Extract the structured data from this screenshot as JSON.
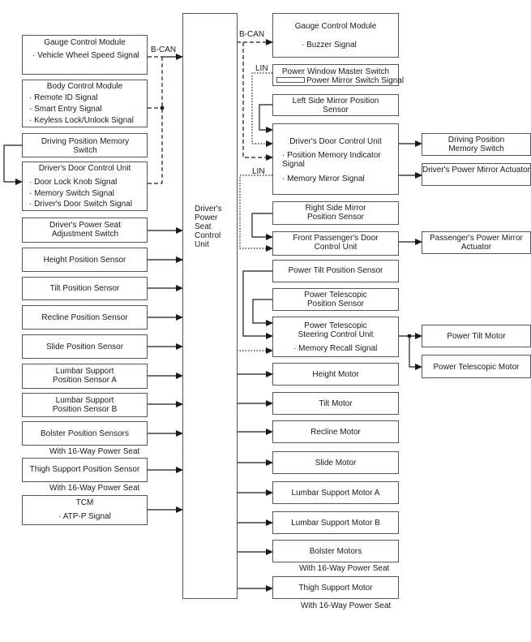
{
  "ecu": {
    "title": "Driver's Power Seat Control Unit"
  },
  "bus": {
    "bcan": "B-CAN",
    "lin": "LIN"
  },
  "inputs": {
    "gauge": {
      "title": "Gauge Control Module",
      "signal": "· Vehicle Wheel Speed Signal"
    },
    "bcm": {
      "title": "Body Control Module",
      "s1": "· Remote ID Signal",
      "s2": "· Smart Entry Signal",
      "s3": "· Keyless Lock/Unlock Signal"
    },
    "drive_switch": {
      "title": "Driving Position Memory Switch"
    },
    "dcu": {
      "title": "Driver's Door Control Unit",
      "s1": "· Door Lock Knob Signal",
      "s2": "· Memory Switch Signal",
      "s3": "· Driver's Door Switch Signal"
    },
    "seat_switch": {
      "title": "Driver's Power Seat Adjustment Switch"
    },
    "height": "Height Position Sensor",
    "tilt": "Tilt Position Sensor",
    "recline": "Recline Position Sensor",
    "slide": "Slide Position Sensor",
    "lumbar_a": "Lumbar Support Position Sensor A",
    "lumbar_b": "Lumbar Support Position Sensor B",
    "bolster": "Bolster Position Sensors",
    "thigh": "Thigh Support Position Sensor",
    "tcm": {
      "title": "TCM",
      "signal": "· ATP-P Signal"
    }
  },
  "outputs": {
    "gauge": {
      "title": "Gauge Control Module",
      "signal": "· Buzzer Signal"
    },
    "pwm": {
      "title": "Power Window Master Switch",
      "signal": "Power Mirror Switch Signal"
    },
    "left_mirror": "Left Side Mirror Position Sensor",
    "dcu": {
      "title": "Driver's Door Control Unit",
      "s1": "· Position Memory Indicator Signal",
      "s2": "· Memory Mirror Signal"
    },
    "dcu_switch": "Driving Position Memory Switch",
    "dcu_actuator": "Driver's Power Mirror Actuator",
    "right_mirror": "Right Side Mirror Position Sensor",
    "fpdcu": "Front Passenger's Door Control Unit",
    "pass_actuator": "Passenger's Power Mirror Actuator",
    "tilt_sensor": "Power Tilt Position Sensor",
    "tele_sensor": "Power Telescopic Position Sensor",
    "steering": {
      "title": "Power Telescopic Steering Control Unit",
      "signal": "· Memory Recall Signal"
    },
    "tilt_motor_steer": "Power Tilt Motor",
    "tele_motor": "Power Telescopic Motor",
    "height_motor": "Height Motor",
    "tilt_motor": "Tilt Motor",
    "recline_motor": "Recline Motor",
    "slide_motor": "Slide Motor",
    "lumbar_a_motor": "Lumbar Support Motor A",
    "lumbar_b_motor": "Lumbar Support Motor B",
    "bolster_motors": "Bolster Motors",
    "thigh_motor": "Thigh Support Motor"
  },
  "note": "With 16-Way Power Seat"
}
